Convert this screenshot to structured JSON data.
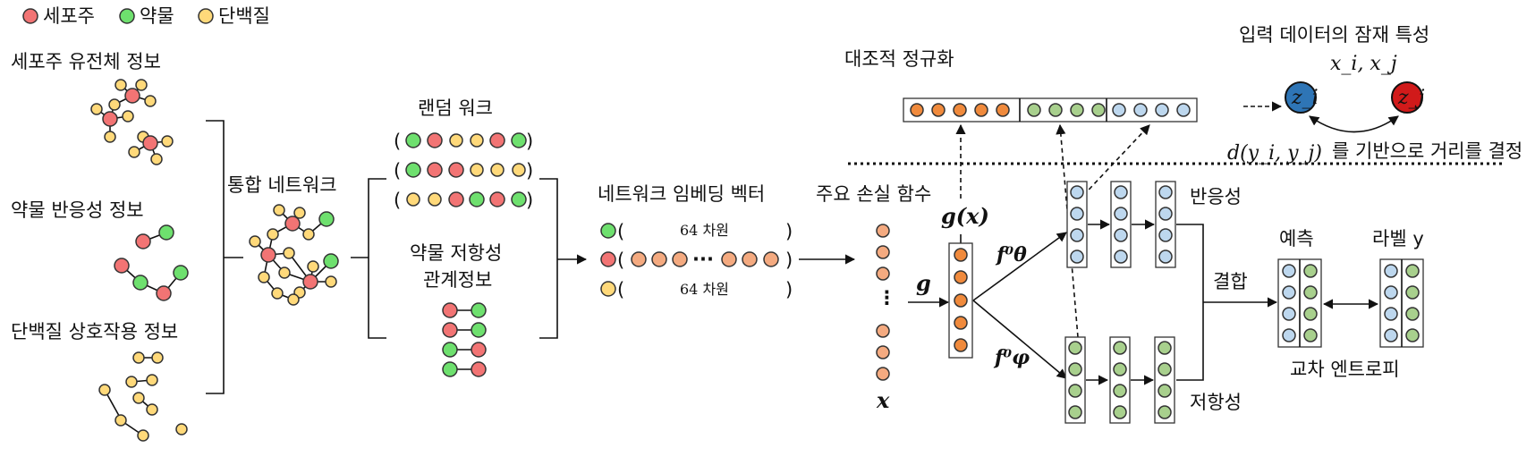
{
  "colors": {
    "cell_line": "#f27474",
    "drug": "#6ee06e",
    "protein": "#ffd97a",
    "embed": "#f4aa80",
    "orange": "#f08a3c",
    "green_node": "#a8d08d",
    "blue_node": "#bdd7ee",
    "zi": "#2e75b6",
    "zj": "#d11a1a"
  },
  "legend": [
    {
      "label": "세포주",
      "color": "cell_line"
    },
    {
      "label": "약물",
      "color": "drug"
    },
    {
      "label": "단백질",
      "color": "protein"
    }
  ],
  "left": {
    "cell_genome": "세포주 유전체 정보",
    "drug_response": "약물 반응성 정보",
    "protein_interaction": "단백질 상호작용 정보",
    "integrated_network": "통합 네트워크"
  },
  "middle": {
    "random_walk": "랜덤 워크",
    "drug_resistance_line1": "약물 저항성",
    "drug_resistance_line2": "관계정보",
    "embedding_title": "네트워크 임베딩 벡터",
    "dim_top": "64 차원",
    "dim_bottom": "64 차원"
  },
  "right": {
    "main_loss": "주요 손실 함수",
    "contrastive": "대조적 정규화",
    "latent_title": "입력 데이터의 잠재 특성",
    "latent_vars": "x_i, x_j",
    "distance_note": "를 기반으로 거리를 결정",
    "distance_expr": "d(y_i, y_j)",
    "g_of_x": "g(x)",
    "g": "g",
    "x": "x",
    "f_theta": "f⁰θ",
    "f_phi": "f⁰φ",
    "zi": "z_i",
    "zj": "z_j",
    "responsiveness": "반응성",
    "resistance": "저항성",
    "combine": "결합",
    "prediction": "예측",
    "label": "라벨 y",
    "cross_entropy": "교차 엔트로피"
  }
}
